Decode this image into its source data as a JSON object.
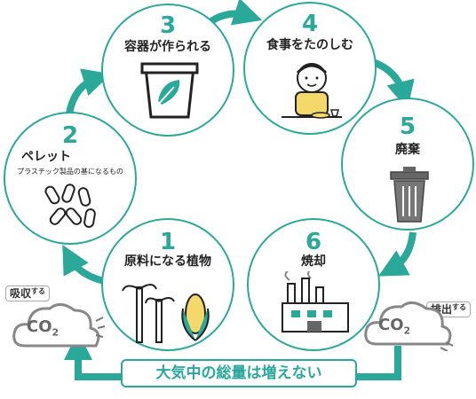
{
  "steps": [
    {
      "num": "1",
      "label": "原料になる植物"
    },
    {
      "num": "2",
      "label": "ペレット",
      "sub": "プラスチック製品の基になるもの"
    },
    {
      "num": "3",
      "label": "容器が作られる"
    },
    {
      "num": "4",
      "label": "食事をたのしむ"
    },
    {
      "num": "5",
      "label": "廃棄"
    },
    {
      "num": "6",
      "label": "焼却"
    }
  ],
  "absorb": {
    "label": "吸収",
    "small": "する",
    "co2_main": "CO",
    "co2_sub": "2"
  },
  "emit": {
    "label": "排出",
    "small": "する",
    "co2_main": "CO",
    "co2_sub": "2"
  },
  "message": "大気中の総量は増えない",
  "colors": {
    "accent": "#2aa99a",
    "co2": "#888888"
  },
  "icons": [
    "plants-icon",
    "pellets-icon",
    "container-icon",
    "person-eating-icon",
    "trash-can-icon",
    "factory-icon",
    "co2-cloud-icon"
  ]
}
